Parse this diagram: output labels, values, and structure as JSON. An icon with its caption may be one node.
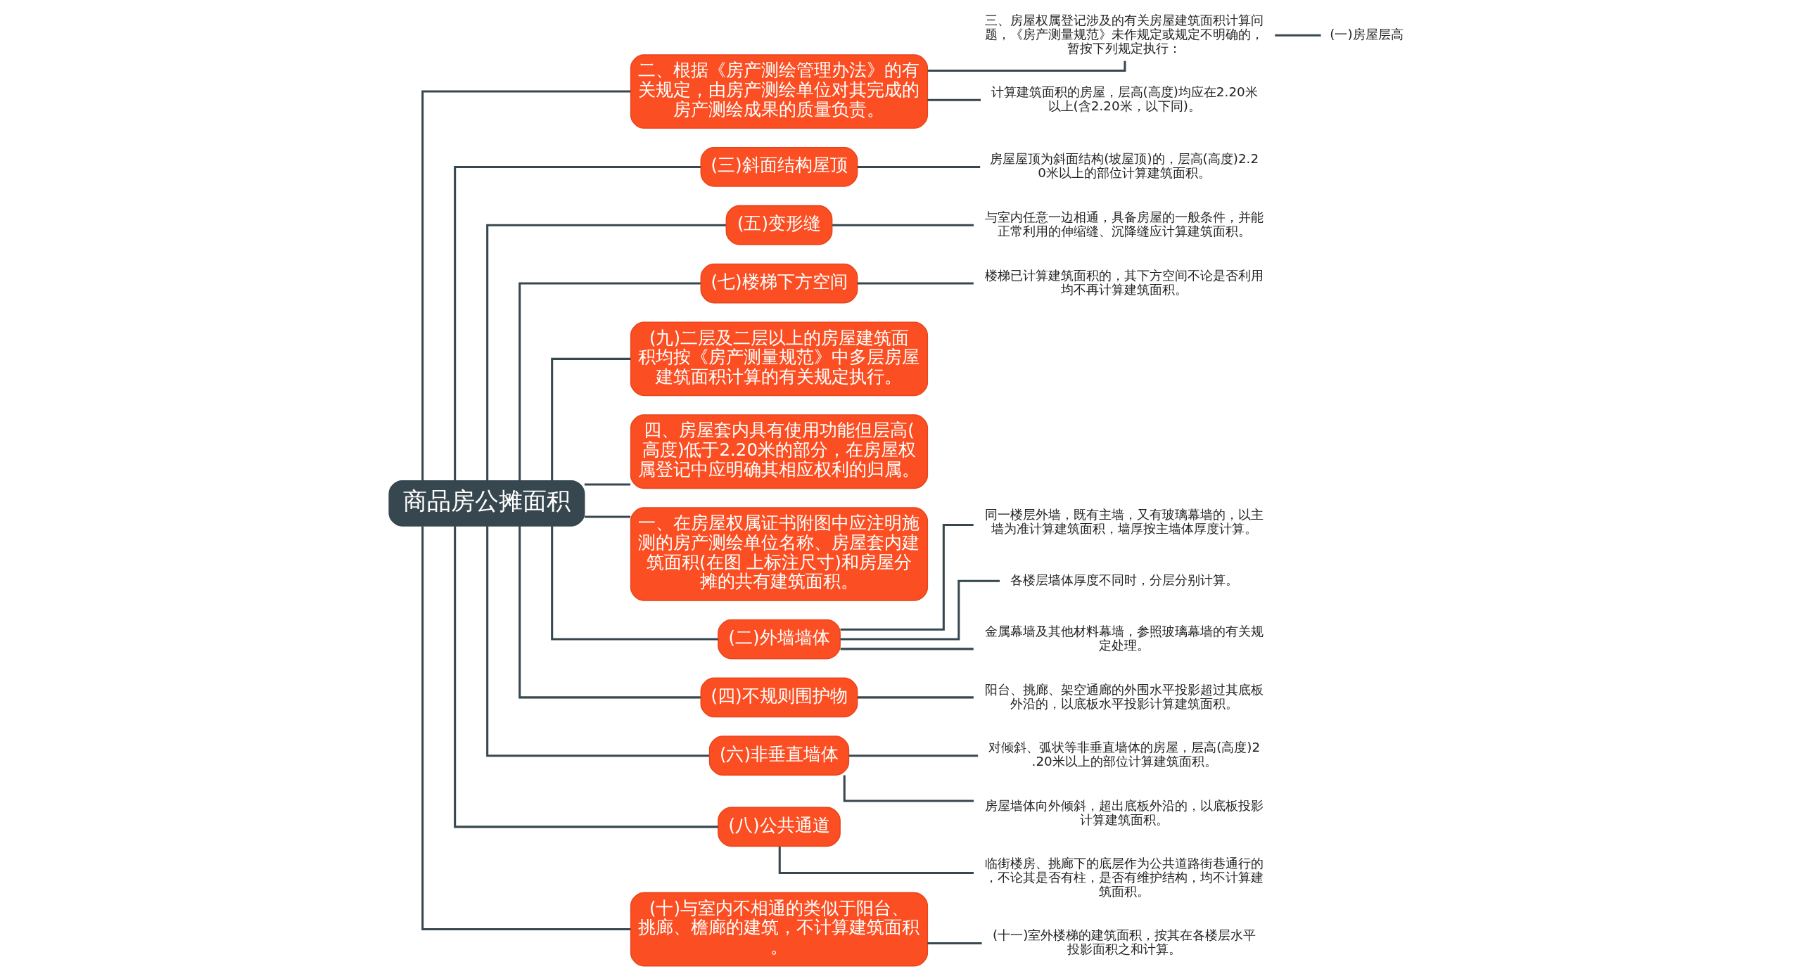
{
  "diagram": {
    "nodes": [
      {
        "text": [
          "商品房公摊面积"
        ]
      },
      {
        "text": [
          "二、根据《房产测绘管理办法》的有关规定，由房产测绘单位对其完成的房产测绘成果的质量负责。"
        ]
      },
      {
        "text": [
          "三、房屋权属登记涉及的有关房屋建筑面积计算问题，《房产测量规范》未作规定或规定不明确的，暂按下列规定执行："
        ]
      },
      {
        "text": [
          "(一)房屋层高"
        ]
      },
      {
        "text": [
          "计算建筑面积的房屋，层高(高度)均应在2.20米以上(含2.20米，以下同)。"
        ]
      },
      {
        "text": [
          "(三)斜面结构屋顶"
        ]
      },
      {
        "text": [
          "房屋屋顶为斜面结构(坡屋顶)的，层高(高度)2.20米以上的部位计算建筑面积。"
        ]
      },
      {
        "text": [
          "(五)变形缝"
        ]
      },
      {
        "text": [
          "与室内任意一边相通，具备房屋的一般条件，并能正常利用的伸缩缝、沉降缝应计算建筑面积。"
        ]
      },
      {
        "text": [
          "(七)楼梯下方空间"
        ]
      },
      {
        "text": [
          "楼梯已计算建筑面积的，其下方空间不论是否利用均不再计算建筑面积。"
        ]
      },
      {
        "text": [
          "(九)二层及二层以上的房屋建筑面积均按《房产测量规范》中多层房屋建筑面积计算的有关规定执行。"
        ]
      },
      {
        "text": [
          "四、房屋套内具有使用功能但层高(高度)低于2.20米的部分，在房屋权属登记中应明确其相应权利的归属。"
        ]
      },
      {
        "text": [
          "一、在房屋权属证书附图中应注明施测的房产测绘单位名称、房屋套内建筑面积(在图 上标注尺寸)和房屋分摊的共有建筑面积。"
        ]
      },
      {
        "text": [
          "(二)外墙墙体"
        ]
      },
      {
        "text": [
          "同一楼层外墙，既有主墙，又有玻璃幕墙的，以主墙为准计算建筑面积，墙厚按主墙体厚度计算。"
        ]
      },
      {
        "text": [
          "各楼层墙体厚度不同时，分层分别计算。"
        ]
      },
      {
        "text": [
          "金属幕墙及其他材料幕墙，参照玻璃幕墙的有关规定处理。"
        ]
      },
      {
        "text": [
          "(四)不规则围护物"
        ]
      },
      {
        "text": [
          "阳台、挑廊、架空通廊的外围水平投影超过其底板外沿的，以底板水平投影计算建筑面积。"
        ]
      },
      {
        "text": [
          "(六)非垂直墙体"
        ]
      },
      {
        "text": [
          "对倾斜、弧状等非垂直墙体的房屋，层高(高度)2.20米以上的部位计算建筑面积。"
        ]
      },
      {
        "text": [
          "房屋墙体向外倾斜，超出底板外沿的，以底板投影计算建筑面积。"
        ]
      },
      {
        "text": [
          "(八)公共通道"
        ]
      },
      {
        "text": [
          "临街楼房、挑廊下的底层作为公共道路街巷通行的，不论其是否有柱，是否有维护结构，均不计算建筑面积。"
        ]
      },
      {
        "text": [
          "(十)与室内不相通的类似于阳台、挑廊、檐廊的建筑，不计算建筑面积。"
        ]
      },
      {
        "text": [
          "(十一)室外楼梯的建筑面积，按其在各楼层水平投影面积之和计算。"
        ]
      }
    ],
    "edges": [
      {
        "from": 0,
        "to": 1,
        "arrow": "none"
      },
      {
        "from": 1,
        "to": 2,
        "arrow": "none"
      },
      {
        "from": 2,
        "to": 3,
        "arrow": "none"
      },
      {
        "from": 1,
        "to": 4,
        "arrow": "none"
      },
      {
        "from": 0,
        "to": 5,
        "arrow": "none"
      },
      {
        "from": 5,
        "to": 6,
        "arrow": "none"
      },
      {
        "from": 0,
        "to": 7,
        "arrow": "none"
      },
      {
        "from": 7,
        "to": 8,
        "arrow": "none"
      },
      {
        "from": 0,
        "to": 9,
        "arrow": "none"
      },
      {
        "from": 9,
        "to": 10,
        "arrow": "none"
      },
      {
        "from": 0,
        "to": 11,
        "arrow": "none"
      },
      {
        "from": 0,
        "to": 12,
        "arrow": "none"
      },
      {
        "from": 0,
        "to": 13,
        "arrow": "none"
      },
      {
        "from": 0,
        "to": 14,
        "arrow": "none"
      },
      {
        "from": 14,
        "to": 15,
        "arrow": "none"
      },
      {
        "from": 14,
        "to": 16,
        "arrow": "none"
      },
      {
        "from": 14,
        "to": 17,
        "arrow": "none"
      },
      {
        "from": 0,
        "to": 18,
        "arrow": "none"
      },
      {
        "from": 18,
        "to": 19,
        "arrow": "none"
      },
      {
        "from": 0,
        "to": 20,
        "arrow": "none"
      },
      {
        "from": 20,
        "to": 21,
        "arrow": "none"
      },
      {
        "from": 20,
        "to": 22,
        "arrow": "none"
      },
      {
        "from": 0,
        "to": 23,
        "arrow": "none"
      },
      {
        "from": 23,
        "to": 24,
        "arrow": "none"
      },
      {
        "from": 0,
        "to": 25,
        "arrow": "none"
      },
      {
        "from": 25,
        "to": 26,
        "arrow": "none"
      }
    ]
  }
}
